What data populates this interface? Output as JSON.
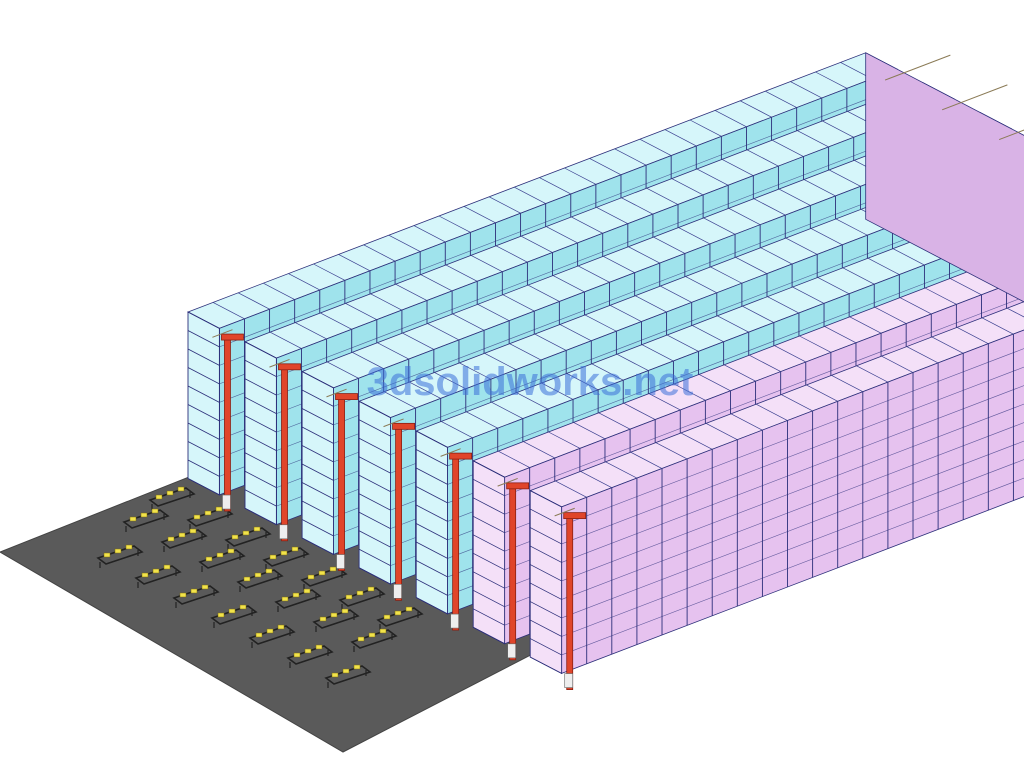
{
  "watermark": {
    "text": "3dsolidworks.net",
    "color": "#3a6fd8"
  },
  "colors": {
    "floor": "#5a5a5a",
    "floor_edge": "#444444",
    "frame": "#2c2f7a",
    "bay_cyan": "#9fe3ec",
    "bay_cyan_light": "#d6f6fa",
    "bay_pink": "#e6c2ef",
    "bay_pink_light": "#f4e0f8",
    "pink_side": "#d9b3e6",
    "top_grid": "#3a3f8f",
    "crane_red": "#e0452a",
    "crane_dark": "#8a1f12",
    "conveyor_frame": "#222222",
    "conveyor_pallet": "#f2e34a",
    "rail": "#8a7a55"
  },
  "layout": {
    "aisles": 7,
    "cyan_rows": 5,
    "pink_rows": 2,
    "bays_along": 27,
    "levels": 9,
    "conveyor_rows": 7
  }
}
